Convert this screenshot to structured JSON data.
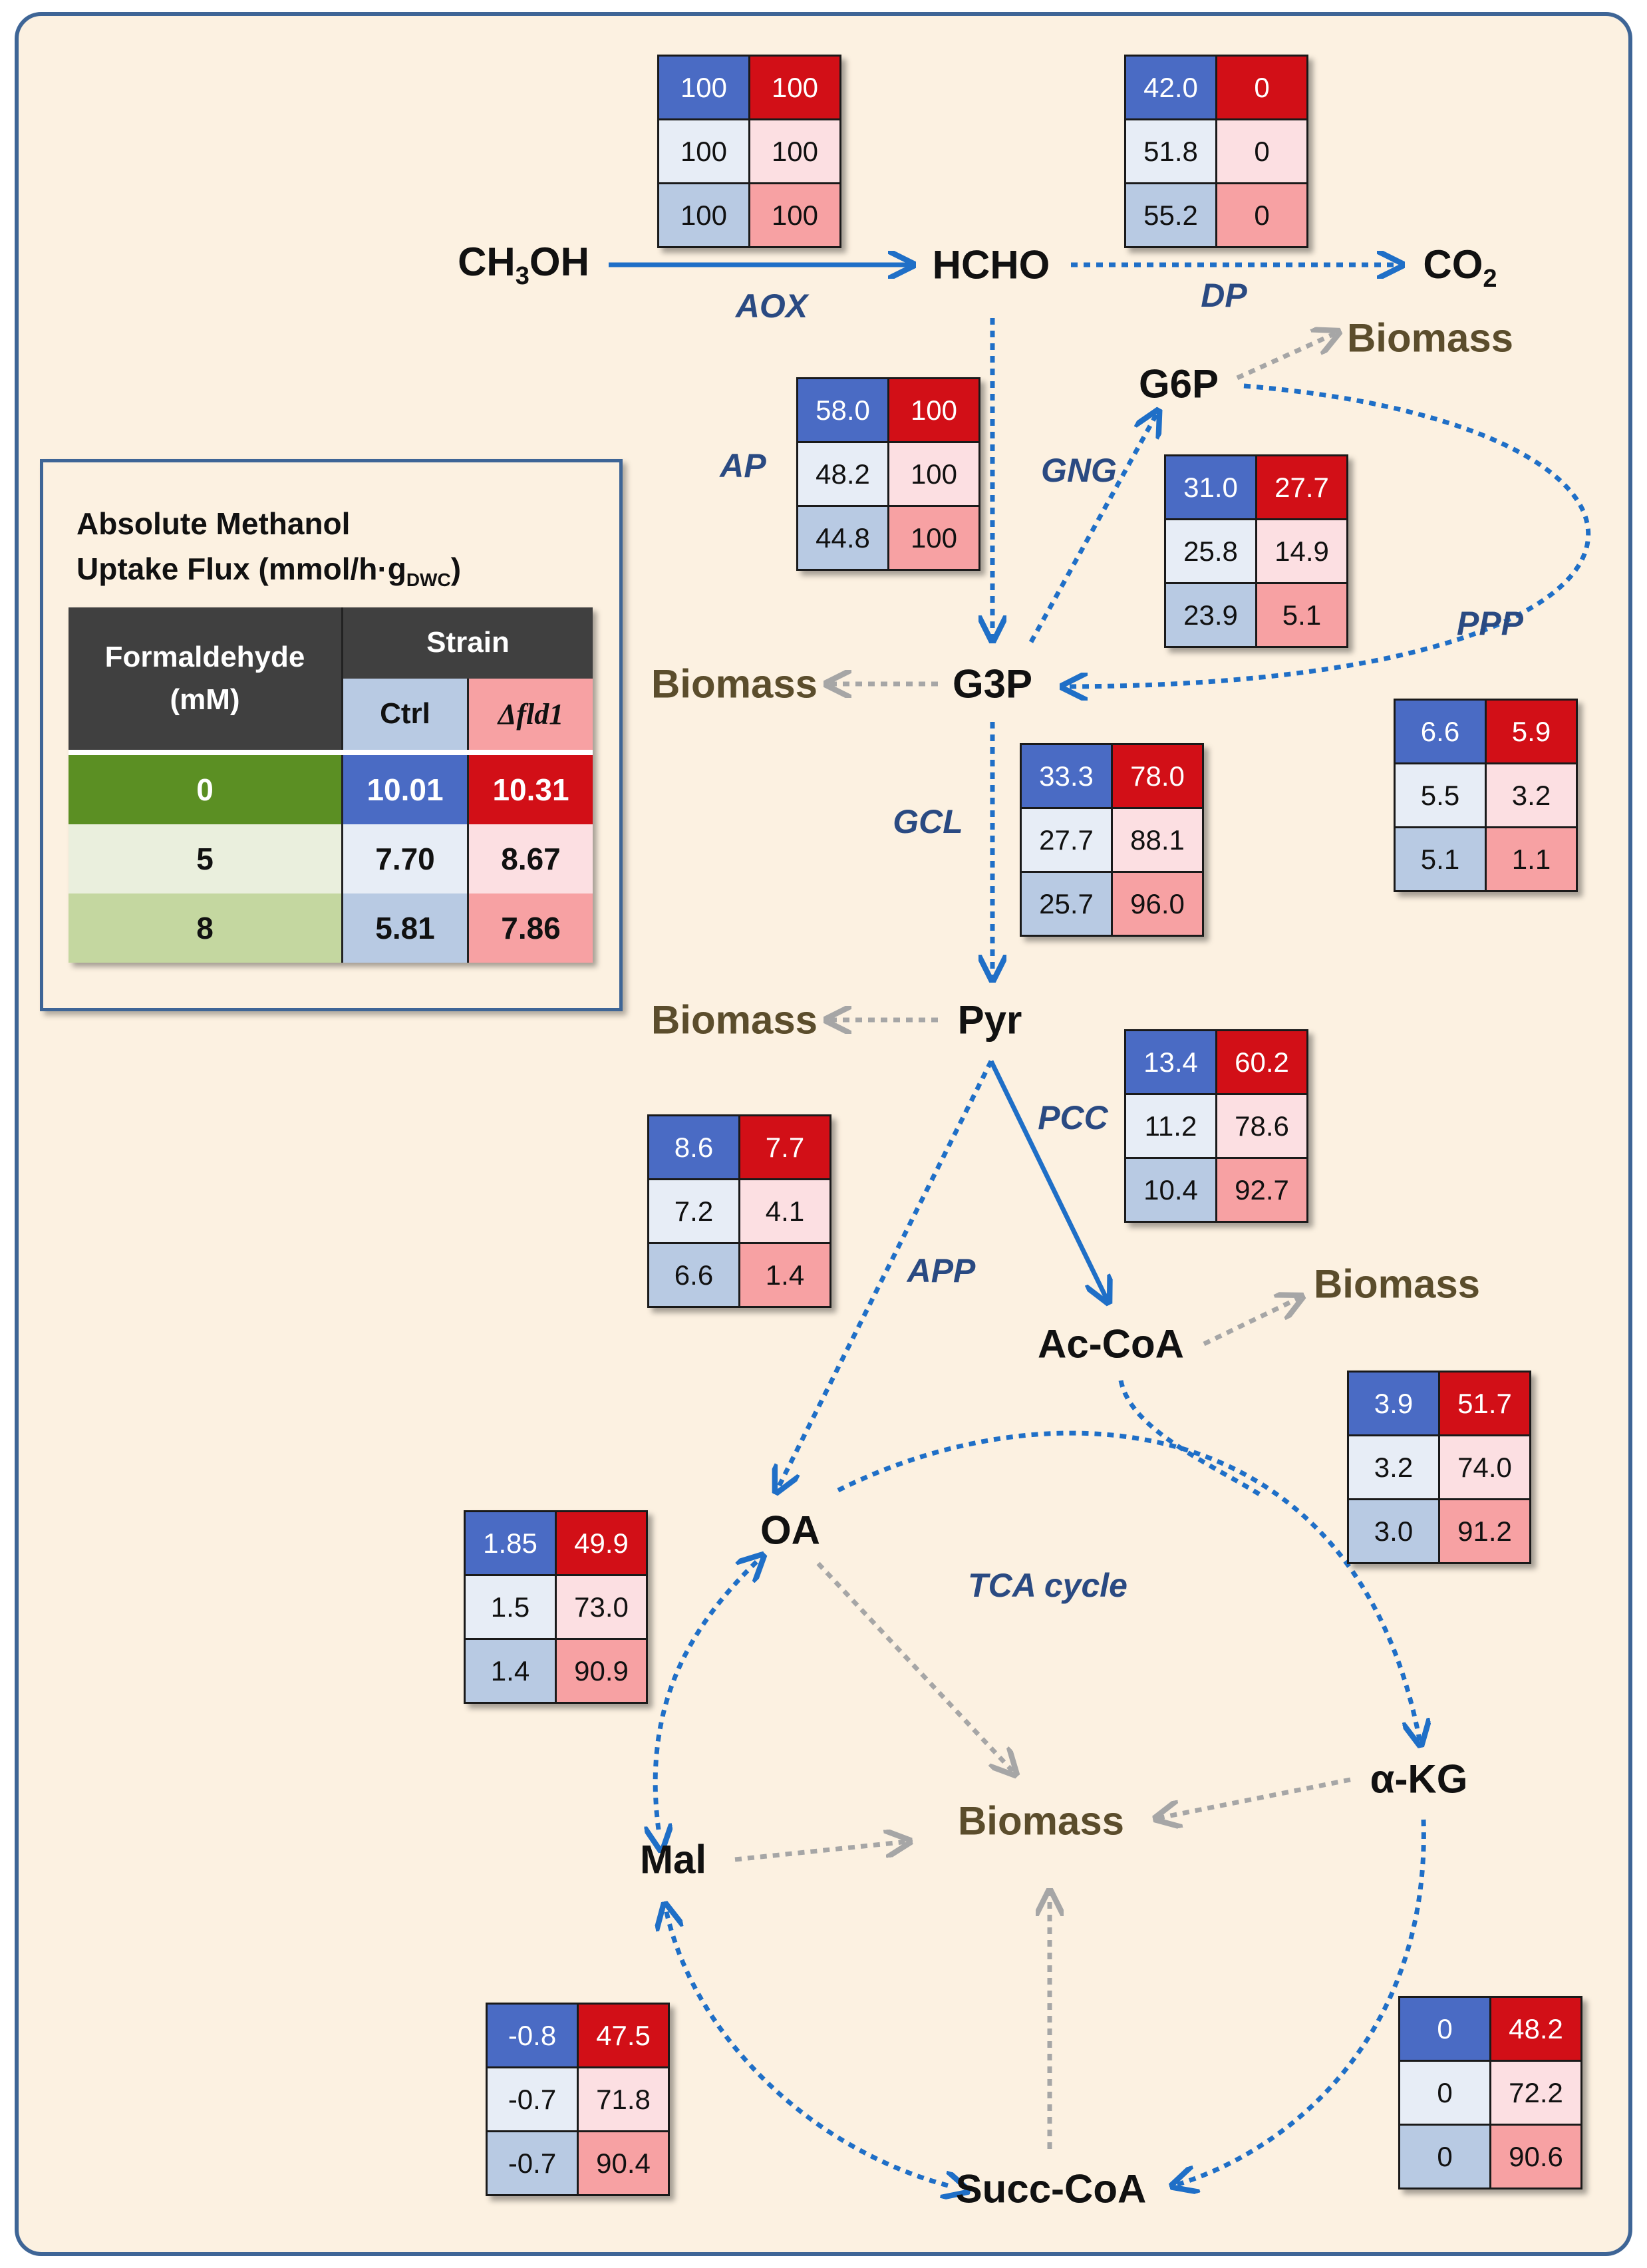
{
  "nodes": {
    "ch3oh": {
      "main": "CH",
      "sub": "3",
      "tail": "OH"
    },
    "hcho": "HCHO",
    "co2": {
      "main": "CO",
      "sub": "2"
    },
    "g6p": "G6P",
    "g3p": "G3P",
    "pyr": "Pyr",
    "accoa": "Ac-CoA",
    "oa": "OA",
    "akg": "α-KG",
    "mal": "Mal",
    "succcoa": "Succ-CoA",
    "biomass": "Biomass"
  },
  "enzymes": {
    "aox": "AOX",
    "dp": "DP",
    "ap": "AP",
    "gng": "GNG",
    "ppp": "PPP",
    "gcl": "GCL",
    "pcc": "PCC",
    "app": "APP",
    "tca": "TCA cycle"
  },
  "flux_tables": {
    "aox": [
      [
        "100",
        "100"
      ],
      [
        "100",
        "100"
      ],
      [
        "100",
        "100"
      ]
    ],
    "dp": [
      [
        "42.0",
        "0"
      ],
      [
        "51.8",
        "0"
      ],
      [
        "55.2",
        "0"
      ]
    ],
    "ap": [
      [
        "58.0",
        "100"
      ],
      [
        "48.2",
        "100"
      ],
      [
        "44.8",
        "100"
      ]
    ],
    "gng": [
      [
        "31.0",
        "27.7"
      ],
      [
        "25.8",
        "14.9"
      ],
      [
        "23.9",
        "5.1"
      ]
    ],
    "ppp": [
      [
        "6.6",
        "5.9"
      ],
      [
        "5.5",
        "3.2"
      ],
      [
        "5.1",
        "1.1"
      ]
    ],
    "gcl": [
      [
        "33.3",
        "78.0"
      ],
      [
        "27.7",
        "88.1"
      ],
      [
        "25.7",
        "96.0"
      ]
    ],
    "pcc": [
      [
        "13.4",
        "60.2"
      ],
      [
        "11.2",
        "78.6"
      ],
      [
        "10.4",
        "92.7"
      ]
    ],
    "app": [
      [
        "8.6",
        "7.7"
      ],
      [
        "7.2",
        "4.1"
      ],
      [
        "6.6",
        "1.4"
      ]
    ],
    "accoa_akg": [
      [
        "3.9",
        "51.7"
      ],
      [
        "3.2",
        "74.0"
      ],
      [
        "3.0",
        "91.2"
      ]
    ],
    "mal_oa": [
      [
        "1.85",
        "49.9"
      ],
      [
        "1.5",
        "73.0"
      ],
      [
        "1.4",
        "90.9"
      ]
    ],
    "succ_mal": [
      [
        "-0.8",
        "47.5"
      ],
      [
        "-0.7",
        "71.8"
      ],
      [
        "-0.7",
        "90.4"
      ]
    ],
    "akg_succ": [
      [
        "0",
        "48.2"
      ],
      [
        "0",
        "72.2"
      ],
      [
        "0",
        "90.6"
      ]
    ]
  },
  "legend": {
    "title_line1": "Absolute Methanol",
    "title_line2_main": "Uptake Flux (mmol/h·g",
    "title_line2_sub": "DWC",
    "title_line2_tail": ")",
    "header_formaldehyde_1": "Formaldehyde",
    "header_formaldehyde_2": "(mM)",
    "header_strain": "Strain",
    "col_ctrl": "Ctrl",
    "col_fld1": "Δfld1",
    "rows": [
      {
        "conc": "0",
        "ctrl": "10.01",
        "fld1": "10.31"
      },
      {
        "conc": "5",
        "ctrl": "7.70",
        "fld1": "8.67"
      },
      {
        "conc": "8",
        "ctrl": "5.81",
        "fld1": "7.86"
      }
    ]
  },
  "colors": {
    "background": "#fcf1e1",
    "border": "#3e6596",
    "arrow_blue": "#1f6fc7",
    "arrow_gray": "#a6a6a6",
    "ctrl_strong": "#4a6bc4",
    "fld1_strong": "#d20f17",
    "legend_header": "#404040",
    "legend_row_0": "#5b8f23",
    "legend_row_5": "#eaefdd",
    "legend_row_8": "#c4d7a0"
  }
}
